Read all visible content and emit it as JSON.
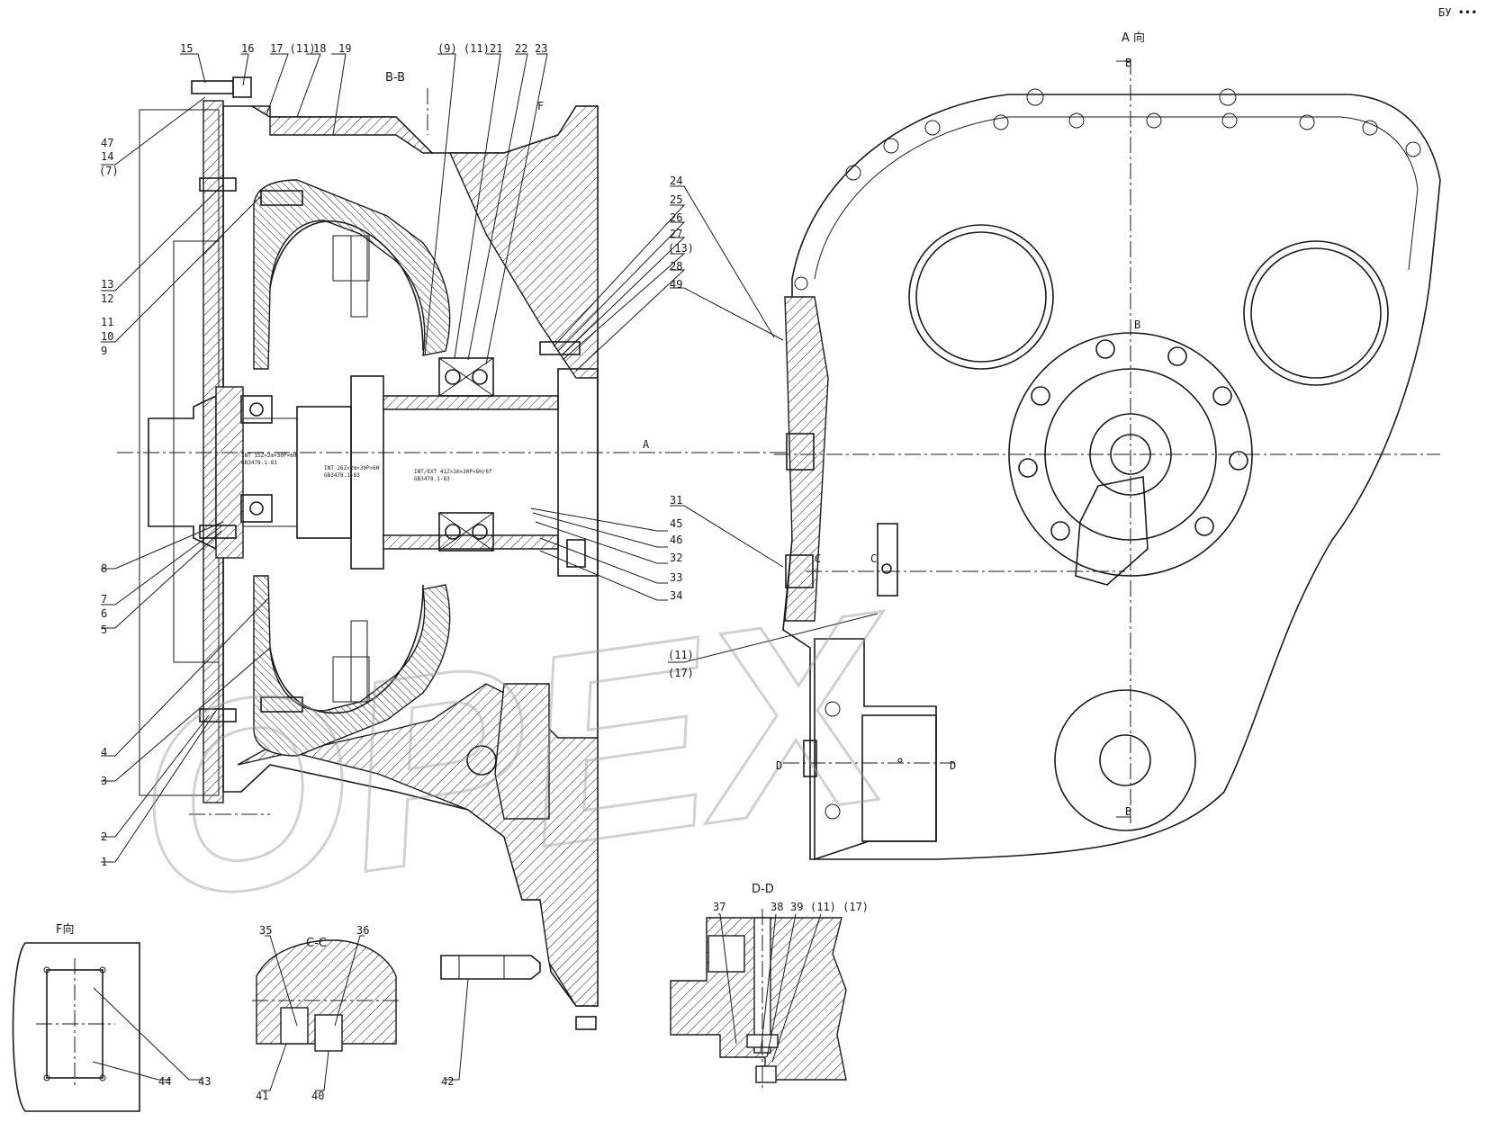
{
  "watermark": "OPEX",
  "corner_mark": "БУ •••",
  "views": {
    "main_section": "B-B",
    "side_view": "A 向",
    "view_f": "F向",
    "section_cc": "C-C",
    "section_dd": "D-D"
  },
  "section_marks": {
    "F": "F",
    "A": "A",
    "B": "B",
    "C": "C",
    "D": "D"
  },
  "spline_notes": [
    "INT 15Z×2m×30P×6H",
    "GB3478.1-83",
    "INT 26Z×2m×30P×6H",
    "GB3478.1-83",
    "INT/EXT 41Z×2m×30P×6H/6f",
    "GB3478.1-83"
  ],
  "labels": {
    "p1": "1",
    "p2": "2",
    "p3": "3",
    "p4": "4",
    "p5": "5",
    "p6": "6",
    "p7": "7",
    "p8": "8",
    "p9": "9",
    "p10": "10",
    "p11": "11",
    "p12": "12",
    "p13": "13",
    "p14": "14",
    "p7b": "(7)",
    "p47": "47",
    "p15": "15",
    "p16": "16",
    "p17_11": "17 (11)",
    "p18": "18",
    "p19": "19",
    "p9_11": "(9) (11)",
    "p21": "21",
    "p22": "22",
    "p23": "23",
    "p24": "24",
    "p25": "25",
    "p26": "26",
    "p27": "27",
    "p13b": "(13)",
    "p28": "28",
    "p49": "49",
    "p31": "31",
    "p45": "45",
    "p46": "46",
    "p32": "32",
    "p33": "33",
    "p34": "34",
    "p11b": "(11)",
    "p17b": "(17)",
    "p35": "35",
    "p36": "36",
    "p40": "40",
    "p41": "41",
    "p42": "42",
    "p43": "43",
    "p44": "44",
    "p37": "37",
    "p38": "38",
    "p39": "39",
    "p11_17": "(11) (17)"
  }
}
